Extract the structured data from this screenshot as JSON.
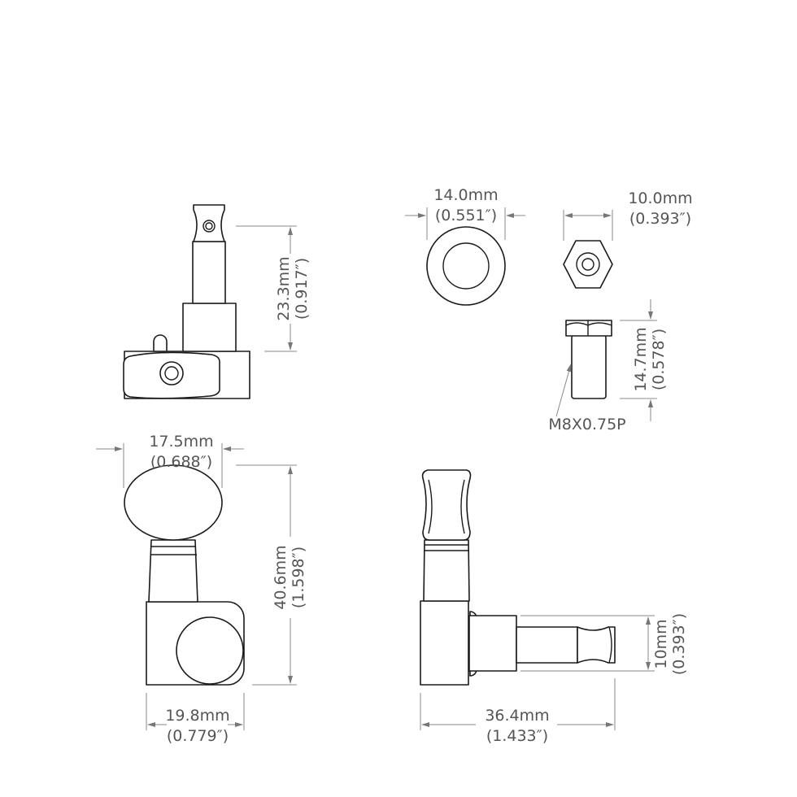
{
  "dimensions": {
    "top_post_height": {
      "mm": "23.3mm",
      "in": "(0.917″)"
    },
    "washer_diameter": {
      "mm": "14.0mm",
      "in": "(0.551″)"
    },
    "nut_width": {
      "mm": "10.0mm",
      "in": "(0.393″)"
    },
    "nut_height": {
      "mm": "14.7mm",
      "in": "(0.578″)"
    },
    "thread": "M8X0.75P",
    "button_width": {
      "mm": "17.5mm",
      "in": "(0.688″)"
    },
    "overall_height": {
      "mm": "40.6mm",
      "in": "(1.598″)"
    },
    "housing_width": {
      "mm": "19.8mm",
      "in": "(0.779″)"
    },
    "overall_length": {
      "mm": "36.4mm",
      "in": "(1.433″)"
    },
    "post_diameter": {
      "mm": "10mm",
      "in": "(0.393″)"
    }
  }
}
